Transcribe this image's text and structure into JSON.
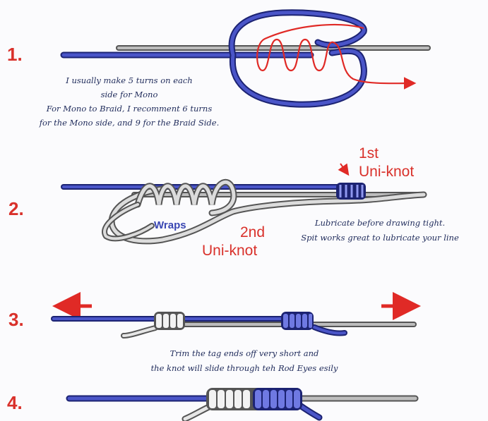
{
  "colors": {
    "step_number": "#d9312b",
    "mono_line": "#3c46b4",
    "braid_line": "#7a7a7a",
    "tag_line": "#ffffff",
    "arrow_red": "#e02a26",
    "text_blue": "#1e2a5a"
  },
  "steps": [
    {
      "number": "1.",
      "notes": [
        "I usually make 5 turns on each",
        "side for Mono",
        "For Mono to Braid, I recomment 6 turns",
        "for the Mono side, and 9 for the Braid Side."
      ]
    },
    {
      "number": "2.",
      "wraps_label": "Wraps",
      "first_knot": [
        "1st",
        "Uni-knot"
      ],
      "second_knot": [
        "2nd",
        "Uni-knot"
      ],
      "notes": [
        "Lubricate before drawing tight.",
        "Spit works great to lubricate your line"
      ]
    },
    {
      "number": "3.",
      "notes": [
        "Trim the tag ends off very short and",
        "the knot will slide through teh Rod Eyes esily"
      ]
    },
    {
      "number": "4."
    }
  ]
}
